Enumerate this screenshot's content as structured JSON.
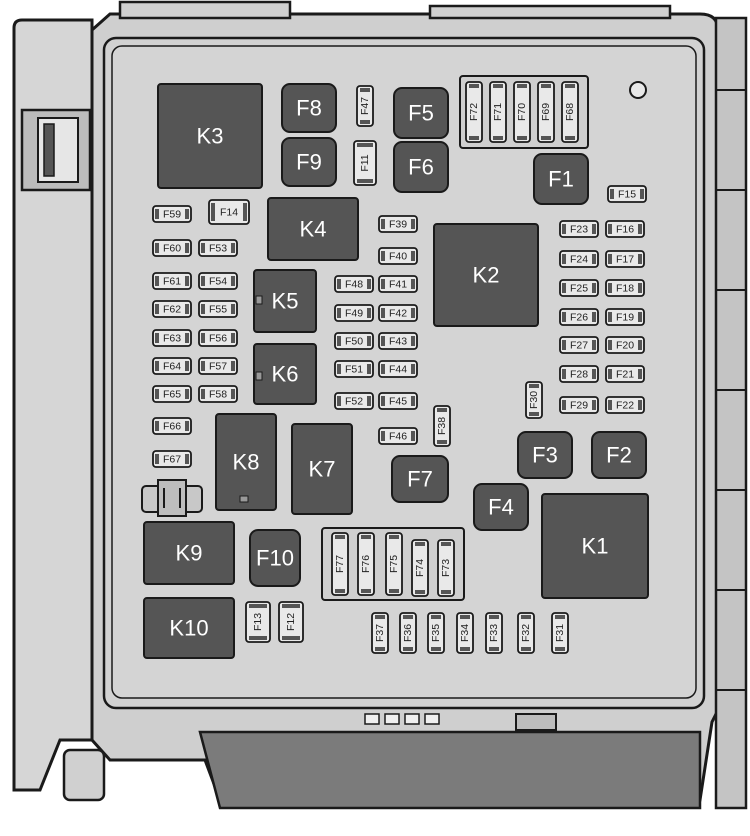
{
  "relays": {
    "K1": "K1",
    "K2": "K2",
    "K3": "K3",
    "K4": "K4",
    "K5": "K5",
    "K6": "K6",
    "K7": "K7",
    "K8": "K8",
    "K9": "K9",
    "K10": "K10"
  },
  "big_fuses": {
    "F1": "F1",
    "F2": "F2",
    "F3": "F3",
    "F4": "F4",
    "F5": "F5",
    "F6": "F6",
    "F7": "F7",
    "F8": "F8",
    "F9": "F9",
    "F10": "F10"
  },
  "mini_fuses": {
    "F11": "F11",
    "F12": "F12",
    "F13": "F13",
    "F14": "F14",
    "F15": "F15",
    "F16": "F16",
    "F17": "F17",
    "F18": "F18",
    "F19": "F19",
    "F20": "F20",
    "F21": "F21",
    "F22": "F22",
    "F23": "F23",
    "F24": "F24",
    "F25": "F25",
    "F26": "F26",
    "F27": "F27",
    "F28": "F28",
    "F29": "F29",
    "F30": "F30",
    "F31": "F31",
    "F32": "F32",
    "F33": "F33",
    "F34": "F34",
    "F35": "F35",
    "F36": "F36",
    "F37": "F37",
    "F38": "F38",
    "F39": "F39",
    "F40": "F40",
    "F41": "F41",
    "F42": "F42",
    "F43": "F43",
    "F44": "F44",
    "F45": "F45",
    "F46": "F46",
    "F47": "F47",
    "F48": "F48",
    "F49": "F49",
    "F50": "F50",
    "F51": "F51",
    "F52": "F52",
    "F53": "F53",
    "F54": "F54",
    "F55": "F55",
    "F56": "F56",
    "F57": "F57",
    "F58": "F58",
    "F59": "F59",
    "F60": "F60",
    "F61": "F61",
    "F62": "F62",
    "F63": "F63",
    "F64": "F64",
    "F65": "F65",
    "F66": "F66",
    "F67": "F67",
    "F68": "F68",
    "F69": "F69",
    "F70": "F70",
    "F71": "F71",
    "F72": "F72",
    "F73": "F73",
    "F74": "F74",
    "F75": "F75",
    "F76": "F76",
    "F77": "F77"
  }
}
